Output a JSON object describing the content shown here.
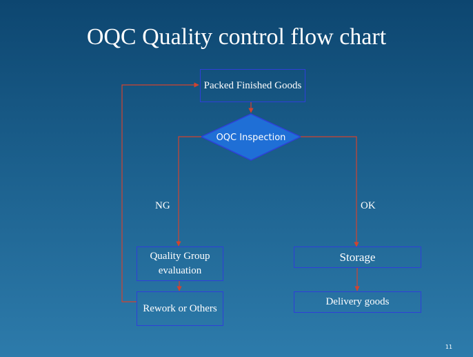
{
  "slide": {
    "title": "OQC Quality control flow chart",
    "page_number": "11"
  },
  "nodes": {
    "packed": {
      "label": "Packed Finished Goods"
    },
    "inspection": {
      "label": "OQC Inspection",
      "shape": "diamond"
    },
    "quality_group": {
      "label": "Quality Group evaluation"
    },
    "rework": {
      "label": "Rework or Others"
    },
    "storage": {
      "label": "Storage"
    },
    "delivery": {
      "label": "Delivery goods"
    }
  },
  "edges": {
    "ng": {
      "label": "NG"
    },
    "ok": {
      "label": "OK"
    }
  },
  "colors": {
    "background_top": "#0d4670",
    "background_bottom": "#2d7bab",
    "box_border": "#2f3fd9",
    "diamond_fill": "#1f6fd6",
    "connector": "#d2432f"
  }
}
